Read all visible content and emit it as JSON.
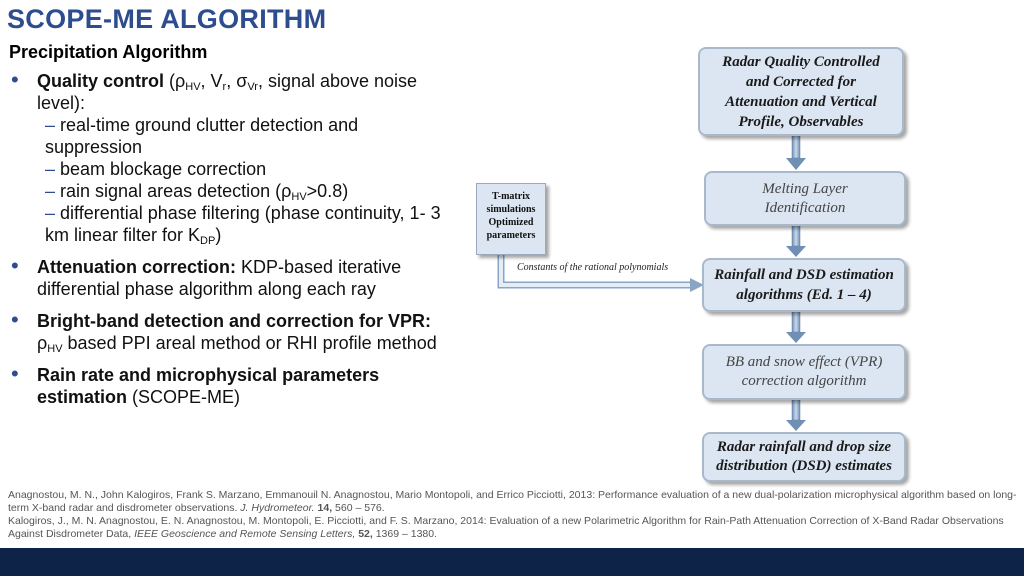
{
  "slide": {
    "title": "SCOPE-ME ALGORITHM",
    "subtitle": "Precipitation Algorithm"
  },
  "bullets": {
    "qc": {
      "label": "Quality control",
      "p_open": " (ρ",
      "hv": "HV",
      "v": ", V",
      "r": "r",
      "sigma": ", σ",
      "vr": "Vr",
      "rest": ",  signal above noise level):",
      "subs": {
        "s1": "real-time ground clutter detection and suppression",
        "s2": "beam blockage correction",
        "s3a": "rain signal areas detection (ρ",
        "s3sub": "HV",
        "s3b": ">0.8)",
        "s4a": "differential phase filtering (phase continuity, 1- 3 km linear filter for K",
        "s4sub": "DP",
        "s4b": ")"
      }
    },
    "att": {
      "label": "Attenuation correction:",
      "text": " KDP-based iterative differential phase algorithm along each ray"
    },
    "bb": {
      "label": "Bright-band detection and correction for VPR:",
      "t1": " ρ",
      "sub": "HV",
      "t2": " based PPI areal method  or RHI  profile method"
    },
    "rr": {
      "label": "Rain rate and microphysical parameters estimation",
      "text": " (SCOPE-ME)"
    }
  },
  "flowchart": {
    "box1": [
      "Radar Quality Controlled",
      "and Corrected for",
      "Attenuation and Vertical",
      "Profile, Observables"
    ],
    "box2": [
      "Melting Layer",
      "Identification"
    ],
    "box3": [
      "Rainfall and DSD estimation",
      "algorithms (Ed. 1 – 4)"
    ],
    "box4": [
      "BB and snow effect (VPR)",
      "correction algorithm"
    ],
    "box5": [
      "Radar rainfall and drop size",
      "distribution (DSD) estimates"
    ],
    "tmatrix": [
      "T-matrix",
      "simulations",
      "Optimized",
      "parameters"
    ],
    "constants": "Constants of the rational polynomials"
  },
  "references": {
    "r1_a": "Anagnostou, M. N., John Kalogiros, Frank S. Marzano, Emmanouil N. Anagnostou, Mario Montopoli, and Errico Picciotti, 2013: Performance evaluation of a new dual-polarization microphysical algorithm based on long-term X-band radar and disdrometer observations. ",
    "r1_journal": "J. Hydrometeor.",
    "r1_vol": " 14,",
    "r1_pages": " 560 – 576.",
    "r2_a": "Kalogiros, J., M. N. Anagnostou, E. N. Anagnostou, M. Montopoli, E. Picciotti, and F. S. Marzano, 2014: Evaluation of a new Polarimetric Algorithm for Rain-Path Attenuation Correction of X-Band Radar Observations Against Disdrometer Data, ",
    "r2_journal": "IEEE Geoscience and Remote Sensing Letters,",
    "r2_vol": " 52,",
    "r2_pages": " 1369 – 1380."
  },
  "colors": {
    "title": "#2e4d8f",
    "box_fill": "#dce6f2",
    "footer": "#0d2347"
  }
}
